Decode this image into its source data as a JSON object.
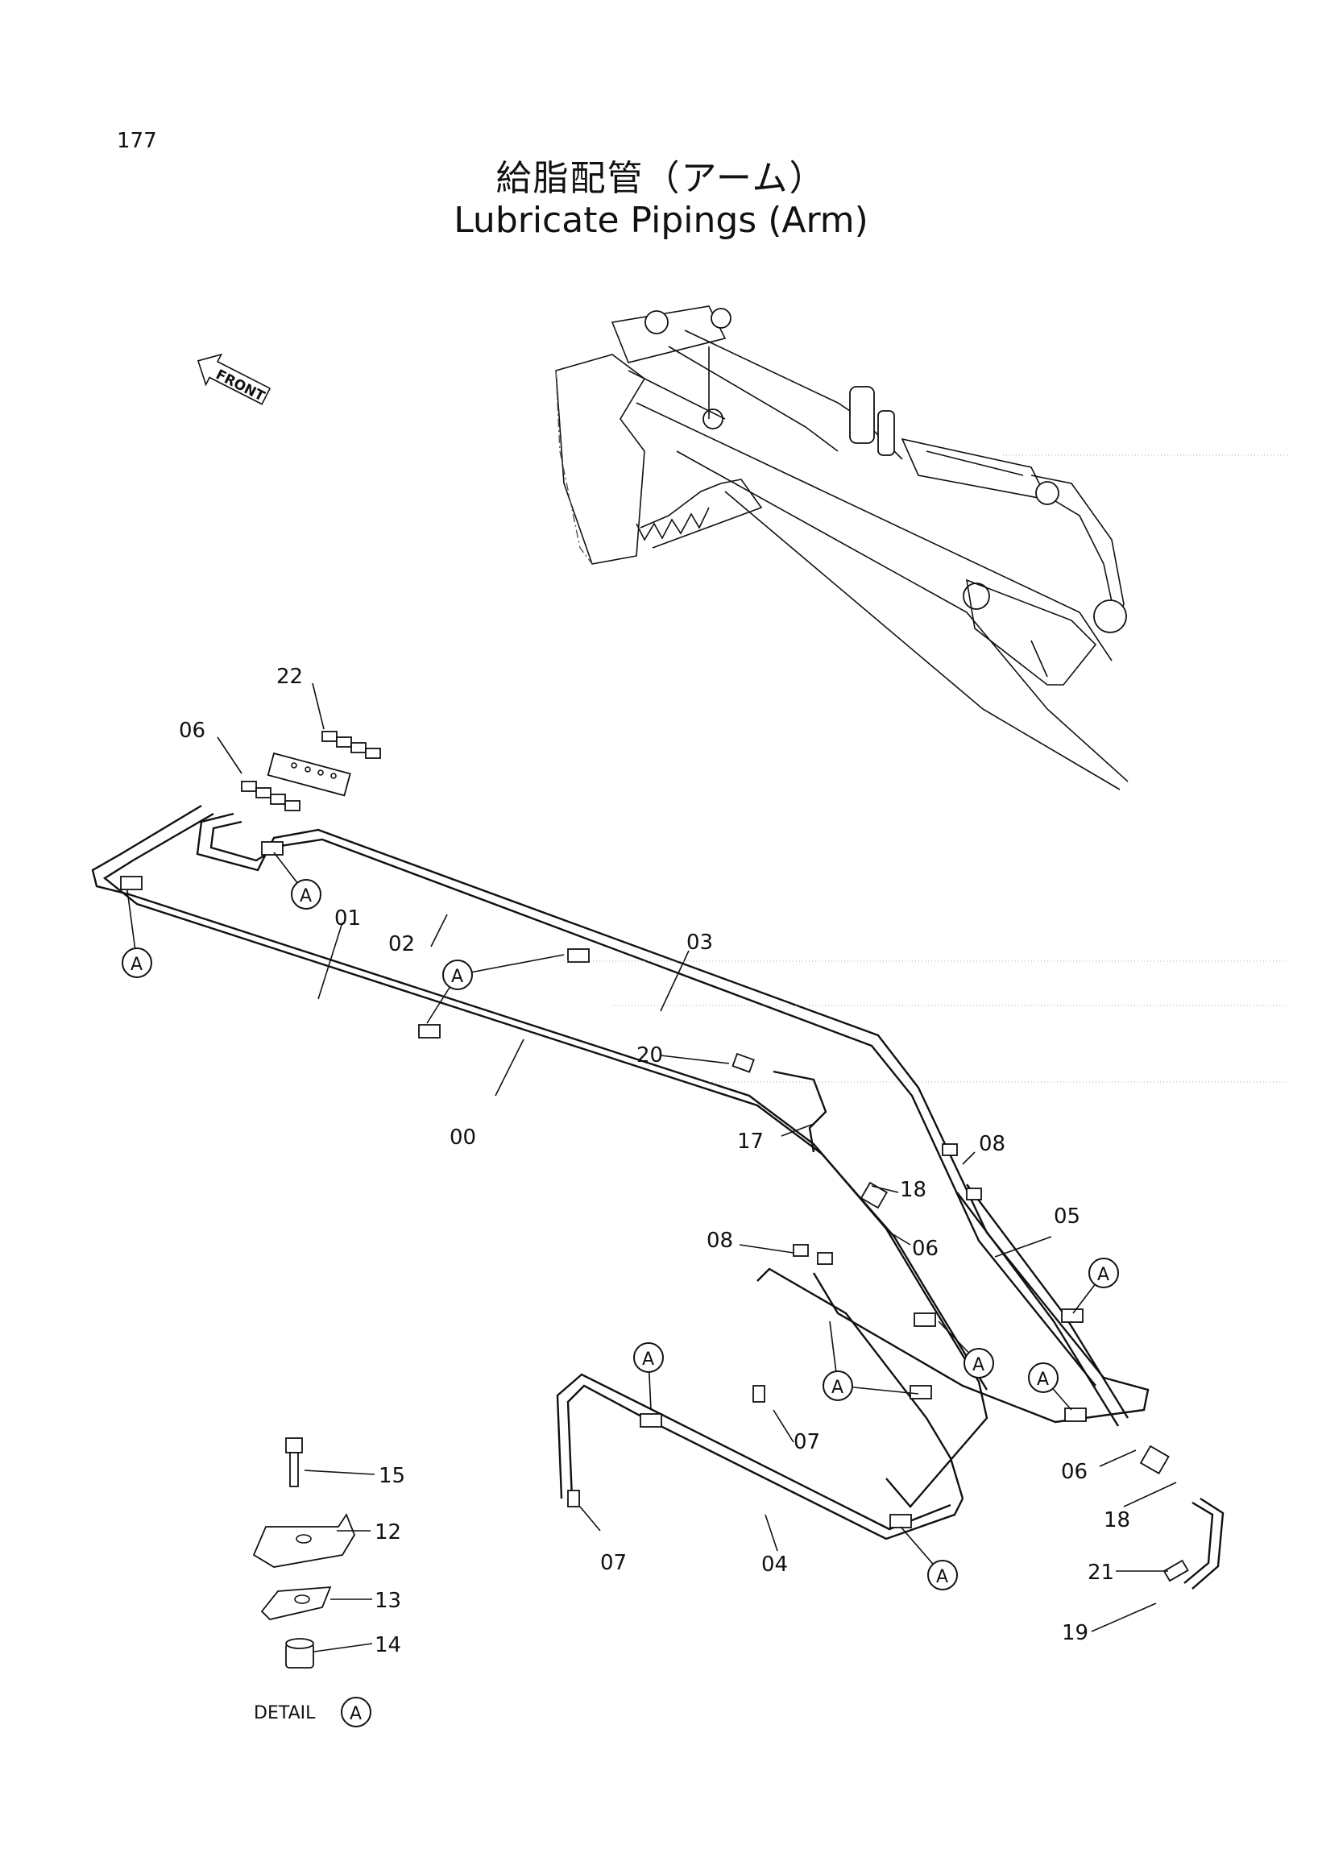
{
  "page": {
    "number": "177"
  },
  "title": {
    "jp": "給脂配管（アーム）",
    "en": "Lubricate Pipings (Arm)"
  },
  "front_indicator": {
    "label": "FRONT"
  },
  "detail": {
    "label": "DETAIL",
    "ref": "A"
  },
  "callouts": {
    "n00": "00",
    "n01": "01",
    "n02": "02",
    "n03": "03",
    "n04": "04",
    "n05": "05",
    "n06a": "06",
    "n06b": "06",
    "n06c": "06",
    "n07a": "07",
    "n07b": "07",
    "n08a": "08",
    "n08b": "08",
    "n12": "12",
    "n13": "13",
    "n14": "14",
    "n15": "15",
    "n17": "17",
    "n18a": "18",
    "n18b": "18",
    "n19": "19",
    "n20": "20",
    "n21": "21",
    "n22": "22"
  },
  "clamp_ref": "A"
}
